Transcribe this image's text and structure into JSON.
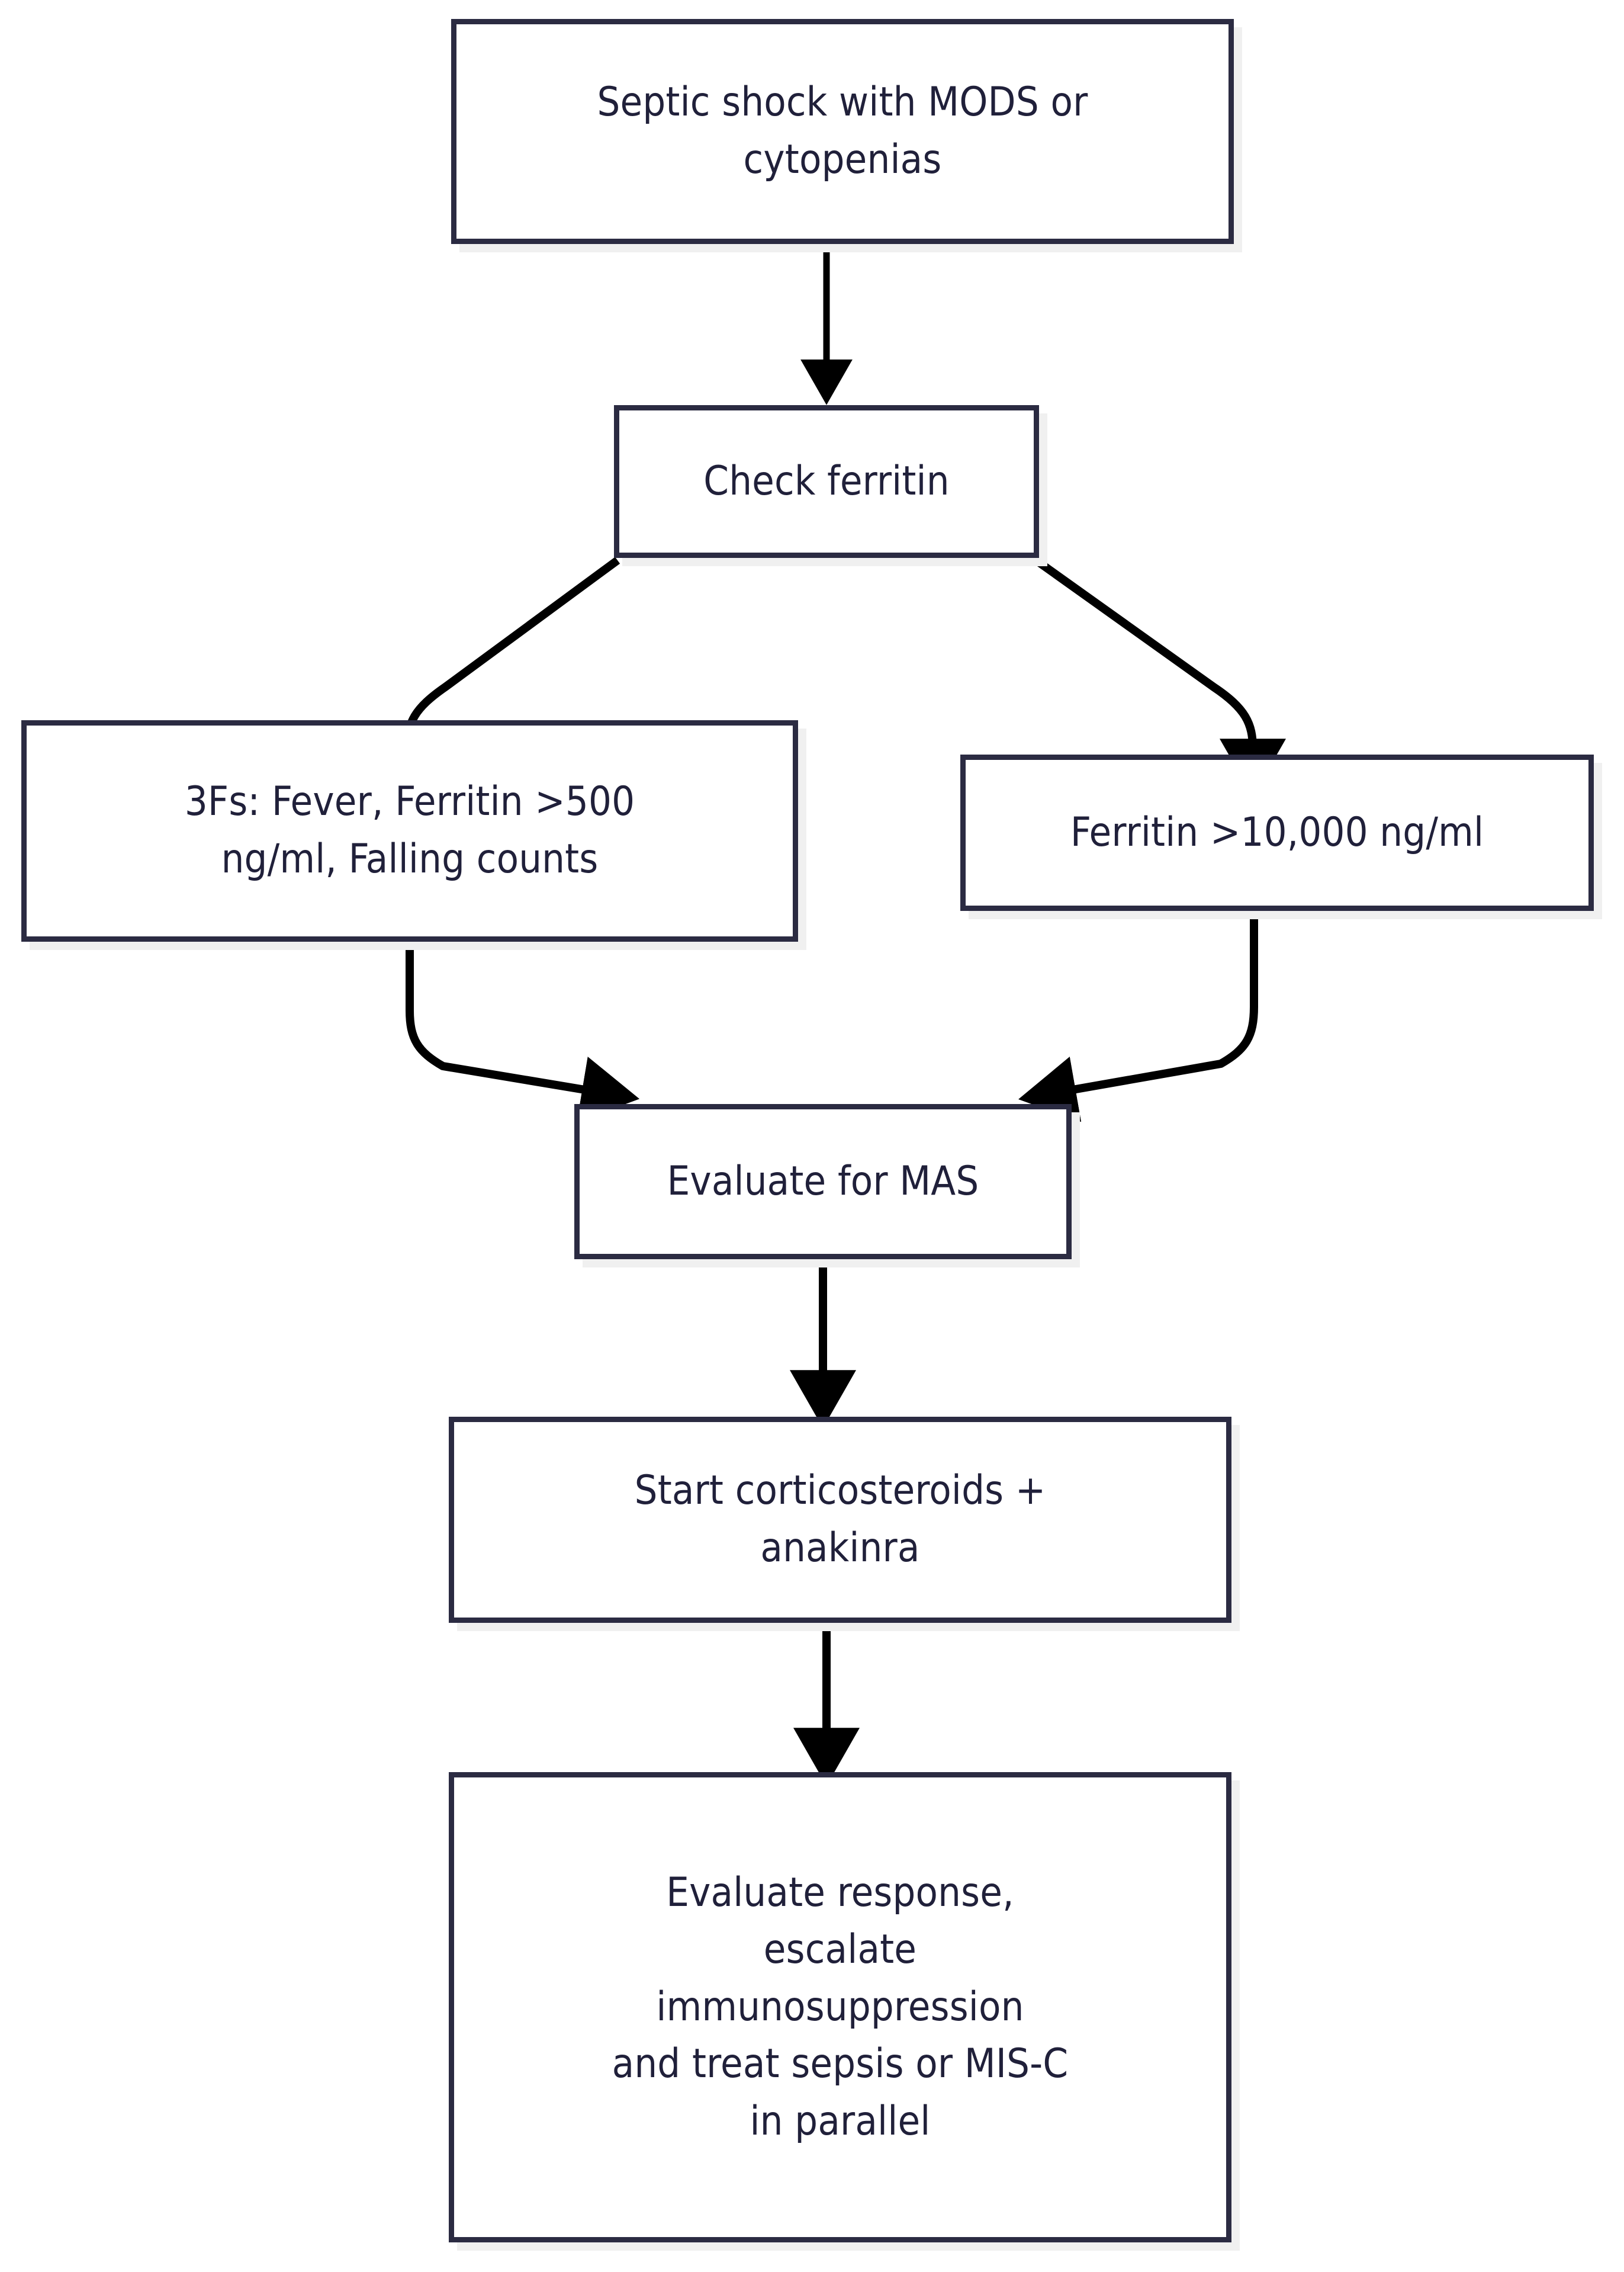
{
  "diagram": {
    "title": "Septic shock MAS evaluation and treatment algorithm",
    "type": "flowchart",
    "orientation": "top-to-bottom",
    "colors": {
      "node_border": "#2b2b42",
      "node_fill": "#ffffff",
      "node_shadow": "#f0f0f0",
      "edge_stroke": "#000000",
      "text": "#20203a",
      "background": "#ffffff"
    },
    "nodes": [
      {
        "id": "septic-shock",
        "label": "Septic shock with MODS or\ncytopenias",
        "lines": [
          "Septic shock with MODS or",
          "cytopenias"
        ]
      },
      {
        "id": "check-ferritin",
        "label": "Check ferritin",
        "lines": [
          "Check ferritin"
        ]
      },
      {
        "id": "three-fs",
        "label": "3Fs: Fever, Ferritin >500\nng/ml, Falling counts",
        "lines": [
          "3Fs: Fever, Ferritin >500",
          "ng/ml, Falling counts"
        ]
      },
      {
        "id": "ferritin-10k",
        "label": "Ferritin >10,000 ng/ml",
        "lines": [
          "Ferritin >10,000 ng/ml"
        ]
      },
      {
        "id": "evaluate-mas",
        "label": "Evaluate for MAS",
        "lines": [
          "Evaluate for MAS"
        ]
      },
      {
        "id": "start-treatment",
        "label": "Start corticosteroids +\nanakinra",
        "lines": [
          "Start corticosteroids +",
          "anakinra"
        ]
      },
      {
        "id": "evaluate-response",
        "label": "Evaluate response,\nescalate\nimmunosuppression\nand treat sepsis or MIS-C\nin parallel",
        "lines": [
          "Evaluate response,",
          "escalate",
          "immunosuppression",
          "and treat sepsis or MIS-C",
          "in parallel"
        ]
      }
    ],
    "edges": [
      {
        "id": "e1",
        "from": "septic-shock",
        "to": "check-ferritin",
        "style": "straight-down",
        "label": ""
      },
      {
        "id": "e2",
        "from": "check-ferritin",
        "to": "three-fs",
        "style": "branch-left",
        "label": ""
      },
      {
        "id": "e3",
        "from": "check-ferritin",
        "to": "ferritin-10k",
        "style": "branch-right",
        "label": ""
      },
      {
        "id": "e4",
        "from": "three-fs",
        "to": "evaluate-mas",
        "style": "merge-right",
        "label": ""
      },
      {
        "id": "e5",
        "from": "ferritin-10k",
        "to": "evaluate-mas",
        "style": "merge-left",
        "label": ""
      },
      {
        "id": "e6",
        "from": "evaluate-mas",
        "to": "start-treatment",
        "style": "straight-down",
        "label": ""
      },
      {
        "id": "e7",
        "from": "start-treatment",
        "to": "evaluate-response",
        "style": "straight-down",
        "label": ""
      }
    ]
  }
}
